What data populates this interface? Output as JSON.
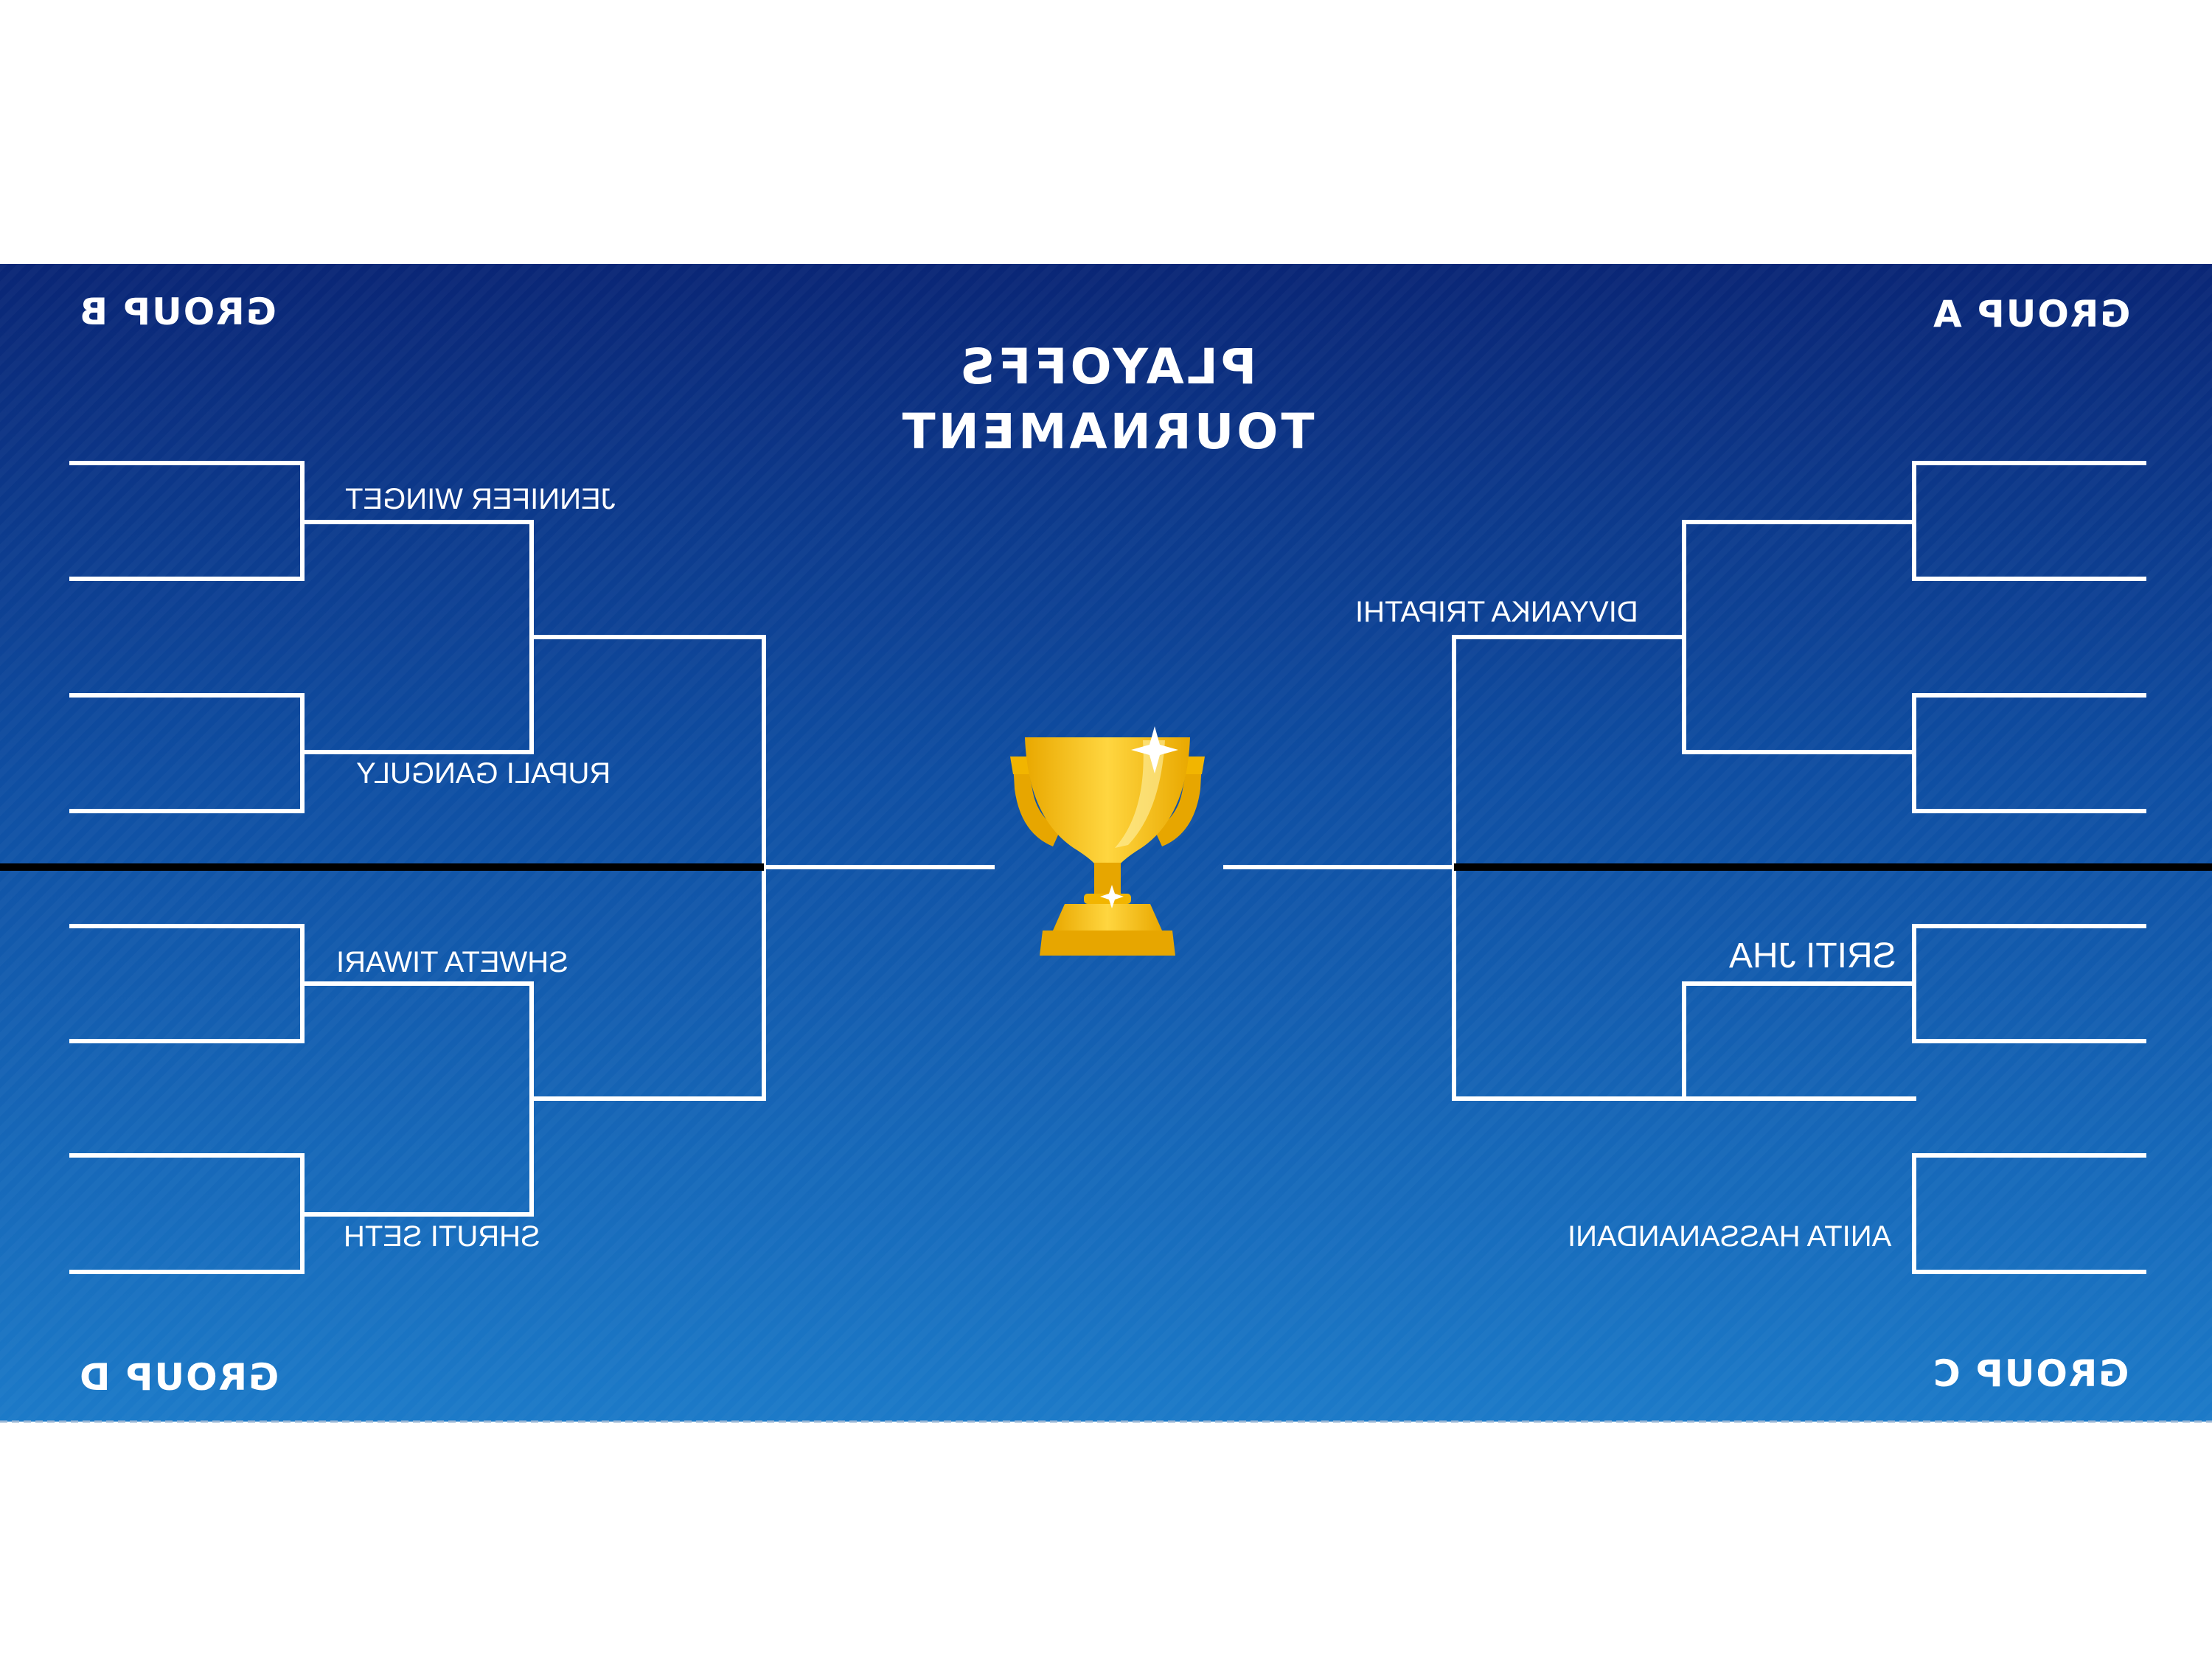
{
  "title": {
    "line1": "PLAYOFFS",
    "line2": "TOURNAMENT"
  },
  "groups": {
    "top_left": "GROUP B",
    "top_right": "GROUP A",
    "bottom_left": "GROUP D",
    "bottom_right": "GROUP C"
  },
  "players": {
    "b_top": "JENNIFER WINGET",
    "b_bottom": "RUPALI GANGULY",
    "d_top": "SHWETA TIWARI",
    "d_bottom": "SHRUTI SETH",
    "a_top": "DIVYANKA TRIPATHI",
    "c_top": "SRITI JHA",
    "c_bottom": "ANITA HASSANANDANI"
  },
  "trophy_icon": "trophy-icon",
  "colors": {
    "background_top": "#0a2b79",
    "background_bottom": "#1c78c6",
    "lines": "#ffffff",
    "divider": "#000000",
    "trophy": "#f5c518"
  }
}
